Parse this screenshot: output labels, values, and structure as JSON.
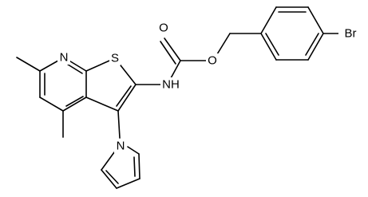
{
  "molecule": {
    "atoms": {
      "N_pyridine": "N",
      "S_thiophene": "S",
      "NH": "NH",
      "O_carbonyl": "O",
      "O_ester": "O",
      "Br": "Br",
      "N_pyrrole": "N"
    }
  },
  "colors": {
    "bond": "#000000",
    "label": "#000000",
    "background": "#ffffff"
  }
}
